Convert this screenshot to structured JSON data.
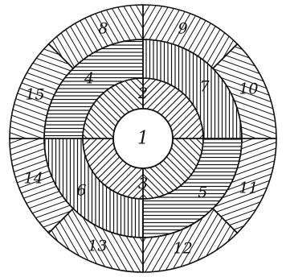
{
  "diagram": {
    "center": {
      "label": "1"
    },
    "inner_ring": [
      {
        "label": "2"
      },
      {
        "label": "3"
      }
    ],
    "middle_ring": [
      {
        "label": "4"
      },
      {
        "label": "5"
      },
      {
        "label": "6"
      },
      {
        "label": "7"
      }
    ],
    "outer_ring": [
      {
        "label": "8"
      },
      {
        "label": "9"
      },
      {
        "label": "10"
      },
      {
        "label": "11"
      },
      {
        "label": "12"
      },
      {
        "label": "13"
      },
      {
        "label": "14"
      },
      {
        "label": "15"
      }
    ],
    "colors": {
      "ink": "#111111",
      "background": "#ffffff"
    }
  }
}
